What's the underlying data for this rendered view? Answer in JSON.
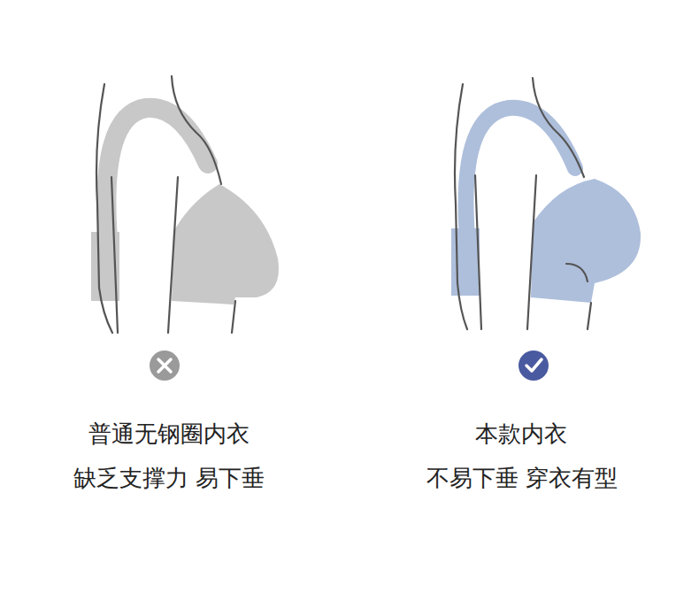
{
  "diagram": {
    "labels": [
      "普通无钢圈内衣",
      "缺乏支撑力 易下垂",
      "本款内衣",
      "不易下垂 穿衣有型"
    ]
  }
}
